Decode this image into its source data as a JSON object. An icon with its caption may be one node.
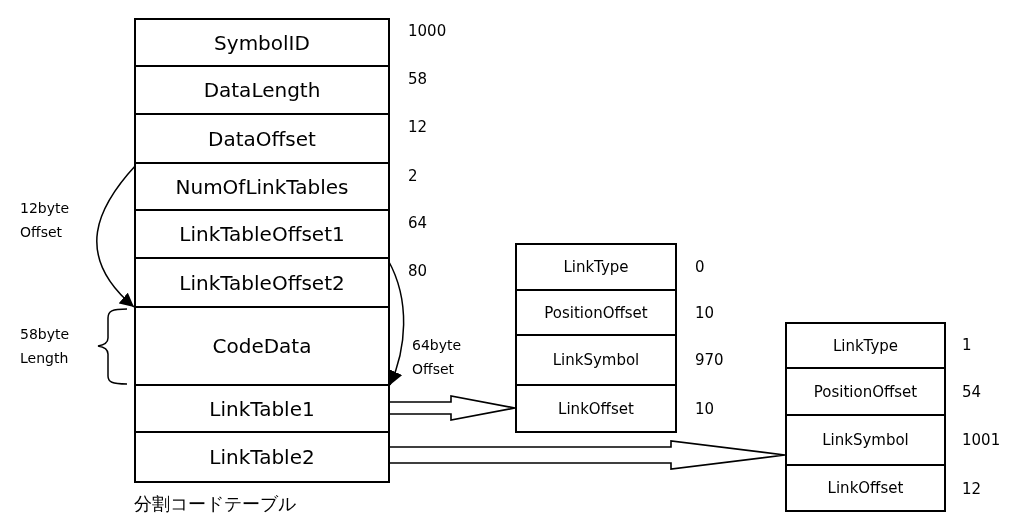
{
  "diagram": {
    "nodes": [
      {
        "text": [],
        "shape": "box"
      },
      {
        "text": [
          "SymbolID"
        ],
        "beside": [
          "1000"
        ],
        "in": 0
      },
      {
        "text": [
          "DataLength"
        ],
        "beside": [
          "58"
        ],
        "in": 0
      },
      {
        "text": [
          "DataOffset"
        ],
        "beside": [
          "12"
        ],
        "in": 0
      },
      {
        "text": [
          "NumOfLinkTables"
        ],
        "beside": [
          "2"
        ],
        "in": 0
      },
      {
        "text": [
          "LinkTableOffset1"
        ],
        "beside": [
          "64"
        ],
        "in": 0
      },
      {
        "text": [
          "LinkTableOffset2"
        ],
        "beside": [
          "80"
        ],
        "in": 0
      },
      {
        "text": [
          "CodeData"
        ],
        "in": 0
      },
      {
        "text": [
          "LinkTable1"
        ],
        "in": 0
      },
      {
        "text": [
          "LinkTable2"
        ],
        "in": 0
      },
      {
        "text": [],
        "shape": "box"
      },
      {
        "text": [
          "LinkType"
        ],
        "beside": [
          "0"
        ],
        "in": 10
      },
      {
        "text": [
          "PositionOffset"
        ],
        "beside": [
          "10"
        ],
        "in": 10
      },
      {
        "text": [
          "LinkSymbol"
        ],
        "beside": [
          "970"
        ],
        "in": 10
      },
      {
        "text": [
          "LinkOffset"
        ],
        "beside": [
          "10"
        ],
        "in": 10
      },
      {
        "text": [],
        "shape": "box"
      },
      {
        "text": [
          "LinkType"
        ],
        "beside": [
          "1"
        ],
        "in": 15
      },
      {
        "text": [
          "PositionOffset"
        ],
        "beside": [
          "54"
        ],
        "in": 15
      },
      {
        "text": [
          "LinkSymbol"
        ],
        "beside": [
          "1001"
        ],
        "in": 15
      },
      {
        "text": [
          "LinkOffset"
        ],
        "beside": [
          "12"
        ],
        "in": 15
      }
    ],
    "edges": [
      {
        "from": 3,
        "to": 7,
        "arrow": "to",
        "label": "12byte Offset"
      },
      {
        "from": 5,
        "to": 8,
        "arrow": "to",
        "label": "64byte Offset"
      },
      {
        "from": 8,
        "to": 10,
        "arrow": "to",
        "style": "thick"
      },
      {
        "from": 9,
        "to": 15,
        "arrow": "to",
        "style": "thick"
      }
    ],
    "labels": [
      "58byte Length",
      "分割コードテーブル"
    ]
  }
}
